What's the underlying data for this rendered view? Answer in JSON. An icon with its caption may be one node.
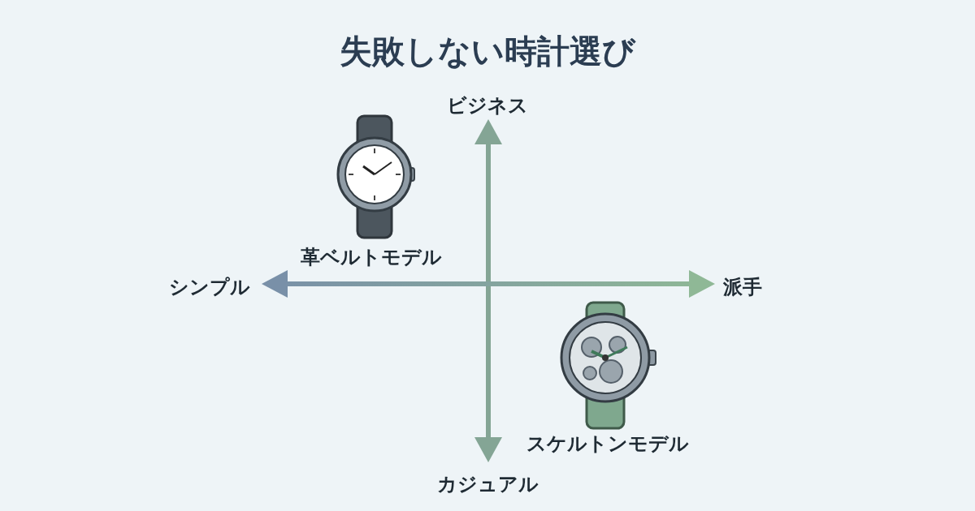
{
  "diagram": {
    "title": "失敗しない時計選び",
    "labels": [
      "ビジネス",
      "革ベルトモデル",
      "シンプル",
      "派手",
      "スケルトンモデル",
      "カジュアル"
    ]
  }
}
